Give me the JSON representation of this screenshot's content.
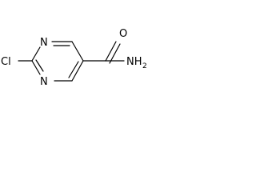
{
  "molecule": {
    "atoms": {
      "chlorine": "Cl",
      "nitrogen_ring_upper": "N",
      "nitrogen_ring_lower": "N",
      "oxygen": "O",
      "amide_nitrogen": "NH",
      "amide_subscript": "2"
    },
    "bond_color": "#000000",
    "label_color": "#000000",
    "background": "#ffffff"
  }
}
